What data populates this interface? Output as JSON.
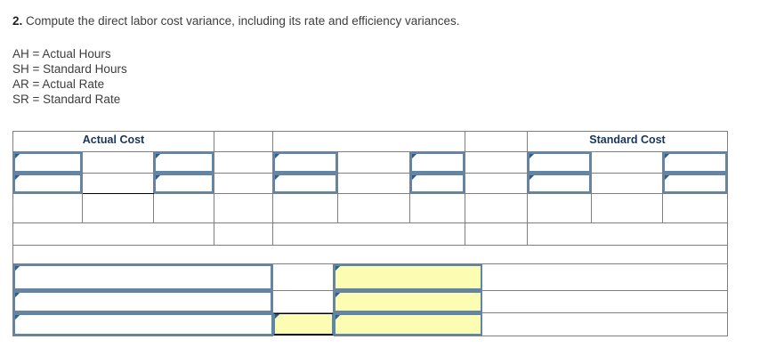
{
  "question": {
    "number": "2.",
    "text": "Compute the direct labor cost variance, including its rate and efficiency variances."
  },
  "legend": [
    "AH = Actual Hours",
    "SH = Standard Hours",
    "AR = Actual Rate",
    "SR = Standard Rate"
  ],
  "worksheet": {
    "headers": {
      "actual_cost": "Actual Cost",
      "middle": "",
      "standard_cost": "Standard Cost"
    },
    "top_table": {
      "groups": [
        {
          "name": "actual-cost-group",
          "rows": [
            {
              "cells": [
                {
                  "type": "field",
                  "value": ""
                },
                {
                  "type": "static",
                  "value": ""
                },
                {
                  "type": "field",
                  "value": ""
                }
              ]
            },
            {
              "cells": [
                {
                  "type": "field",
                  "value": ""
                },
                {
                  "type": "static",
                  "value": ""
                },
                {
                  "type": "field",
                  "value": ""
                }
              ]
            },
            {
              "cells": [
                {
                  "type": "static",
                  "value": ""
                },
                {
                  "type": "static",
                  "value": ""
                },
                {
                  "type": "static",
                  "value": ""
                }
              ]
            }
          ]
        },
        {
          "name": "middle-group",
          "rows": [
            {
              "cells": [
                {
                  "type": "field",
                  "value": ""
                },
                {
                  "type": "static",
                  "value": ""
                },
                {
                  "type": "field",
                  "value": ""
                }
              ]
            },
            {
              "cells": [
                {
                  "type": "field",
                  "value": ""
                },
                {
                  "type": "static",
                  "value": ""
                },
                {
                  "type": "field",
                  "value": ""
                }
              ]
            },
            {
              "cells": [
                {
                  "type": "static",
                  "value": ""
                },
                {
                  "type": "static",
                  "value": ""
                },
                {
                  "type": "static",
                  "value": ""
                }
              ]
            }
          ]
        },
        {
          "name": "standard-cost-group",
          "rows": [
            {
              "cells": [
                {
                  "type": "field",
                  "value": ""
                },
                {
                  "type": "static",
                  "value": ""
                },
                {
                  "type": "field",
                  "value": ""
                }
              ]
            },
            {
              "cells": [
                {
                  "type": "field",
                  "value": ""
                },
                {
                  "type": "static",
                  "value": ""
                },
                {
                  "type": "field",
                  "value": ""
                }
              ]
            },
            {
              "cells": [
                {
                  "type": "static",
                  "value": ""
                },
                {
                  "type": "static",
                  "value": ""
                },
                {
                  "type": "static",
                  "value": ""
                }
              ]
            }
          ]
        }
      ],
      "variance_row": {
        "name": "variance-row",
        "left_yellow": "",
        "right_yellow": ""
      },
      "blank_row": {
        "name": "blank-row"
      }
    },
    "bottom_table": {
      "rows": [
        {
          "name": "bottom-row-1",
          "label_field": "",
          "amount_yellow": "",
          "result_yellow": ""
        },
        {
          "name": "bottom-row-2",
          "label_field": "",
          "amount_yellow": "",
          "result_yellow": ""
        },
        {
          "name": "bottom-row-3",
          "label_field": "",
          "amount_yellow": "",
          "result_yellow": "",
          "selected": true
        }
      ]
    }
  },
  "colors": {
    "header_blue": "#7FACDE",
    "field_border": "#5b86ae",
    "highlight_yellow": "#FCFCB3",
    "grid_line": "#7f7f7f",
    "text": "#3d3d3d"
  }
}
